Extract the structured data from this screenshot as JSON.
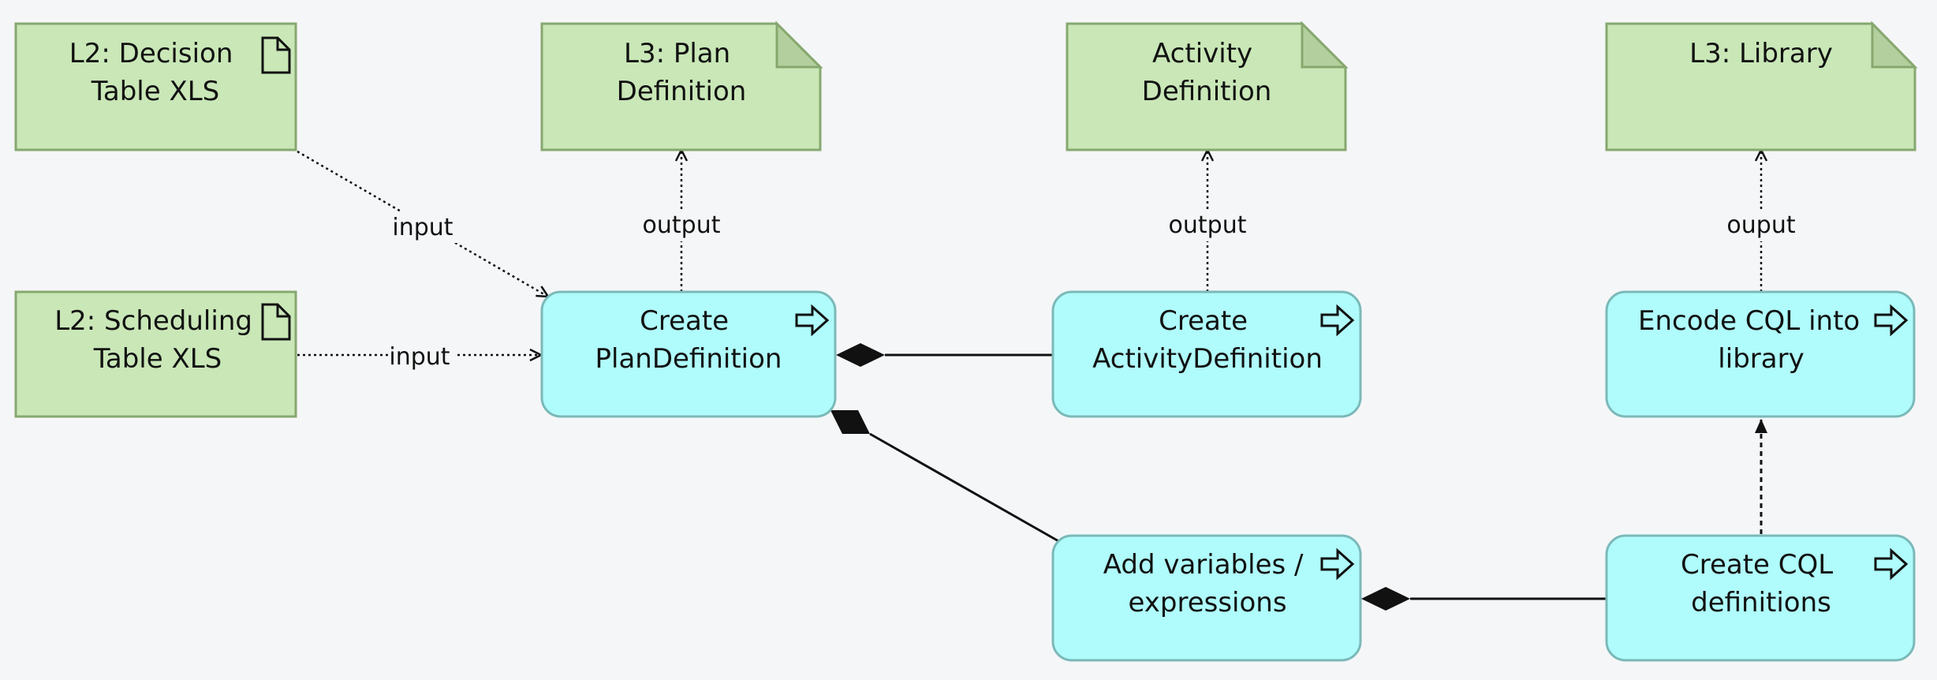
{
  "nodes": {
    "decision_table": {
      "label_lines": [
        "L2: Decision",
        "Table XLS"
      ]
    },
    "scheduling_table": {
      "label_lines": [
        "L2: Scheduling",
        "Table XLS"
      ]
    },
    "plan_definition_artifact": {
      "label_lines": [
        "L3: Plan",
        "Definition"
      ]
    },
    "activity_definition_artifact": {
      "label_lines": [
        "Activity",
        "Definition"
      ]
    },
    "library_artifact": {
      "label_lines": [
        "L3: Library"
      ]
    },
    "create_plandefinition": {
      "label_lines": [
        "Create",
        "PlanDefinition"
      ]
    },
    "create_activitydefinition": {
      "label_lines": [
        "Create",
        "ActivityDefinition"
      ]
    },
    "encode_cql": {
      "label_lines": [
        "Encode CQL into",
        "library"
      ]
    },
    "add_variables": {
      "label_lines": [
        "Add variables /",
        "expressions"
      ]
    },
    "create_cql": {
      "label_lines": [
        "Create CQL",
        "definitions"
      ]
    }
  },
  "edges": {
    "decision_input": "input",
    "scheduling_input": "input",
    "plan_output": "output",
    "activity_output": "output",
    "library_output": "ouput"
  },
  "colors": {
    "artifact_fill": "#c9e7b7",
    "artifact_border": "#86a86f",
    "process_fill": "#b0fbfb",
    "process_border": "#7bb9b9",
    "background": "#f5f6f8"
  },
  "icons": {
    "artifact_document": "document-icon",
    "process_action": "process-arrow-icon"
  }
}
